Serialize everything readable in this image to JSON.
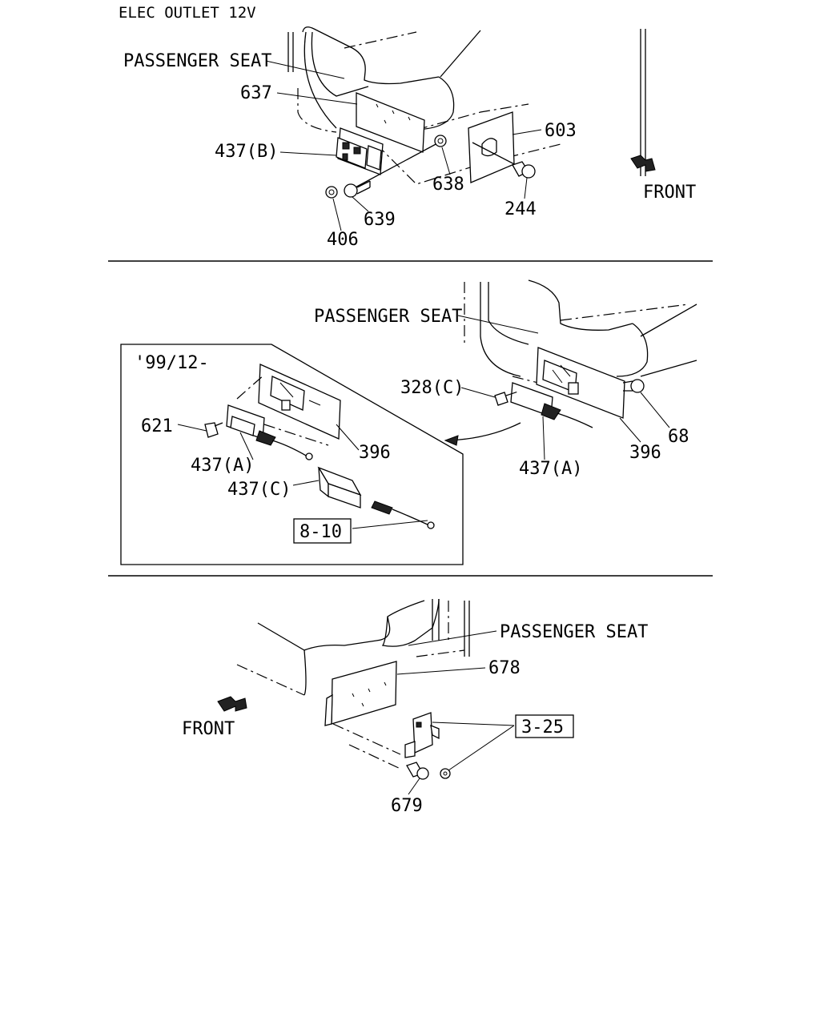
{
  "title": "ELEC OUTLET 12V",
  "sections": {
    "top": {
      "seat_label": "PASSENGER SEAT",
      "front_label": "FRONT",
      "parts": {
        "p637": "637",
        "p437b": "437(B)",
        "p603": "603",
        "p638": "638",
        "p639": "639",
        "p244": "244",
        "p406": "406"
      }
    },
    "middle": {
      "seat_label": "PASSENGER SEAT",
      "inset_date": "'99/12-",
      "parts": {
        "p328c": "328(C)",
        "p68": "68",
        "p396_main": "396",
        "p437a_main": "437(A)",
        "p621": "621",
        "p396_inset": "396",
        "p437a_inset": "437(A)",
        "p437c": "437(C)",
        "ref_8_10": "8-10"
      }
    },
    "bottom": {
      "seat_label": "PASSENGER SEAT",
      "front_label": "FRONT",
      "parts": {
        "p678": "678",
        "ref_3_25": "3-25",
        "p679": "679"
      }
    }
  }
}
